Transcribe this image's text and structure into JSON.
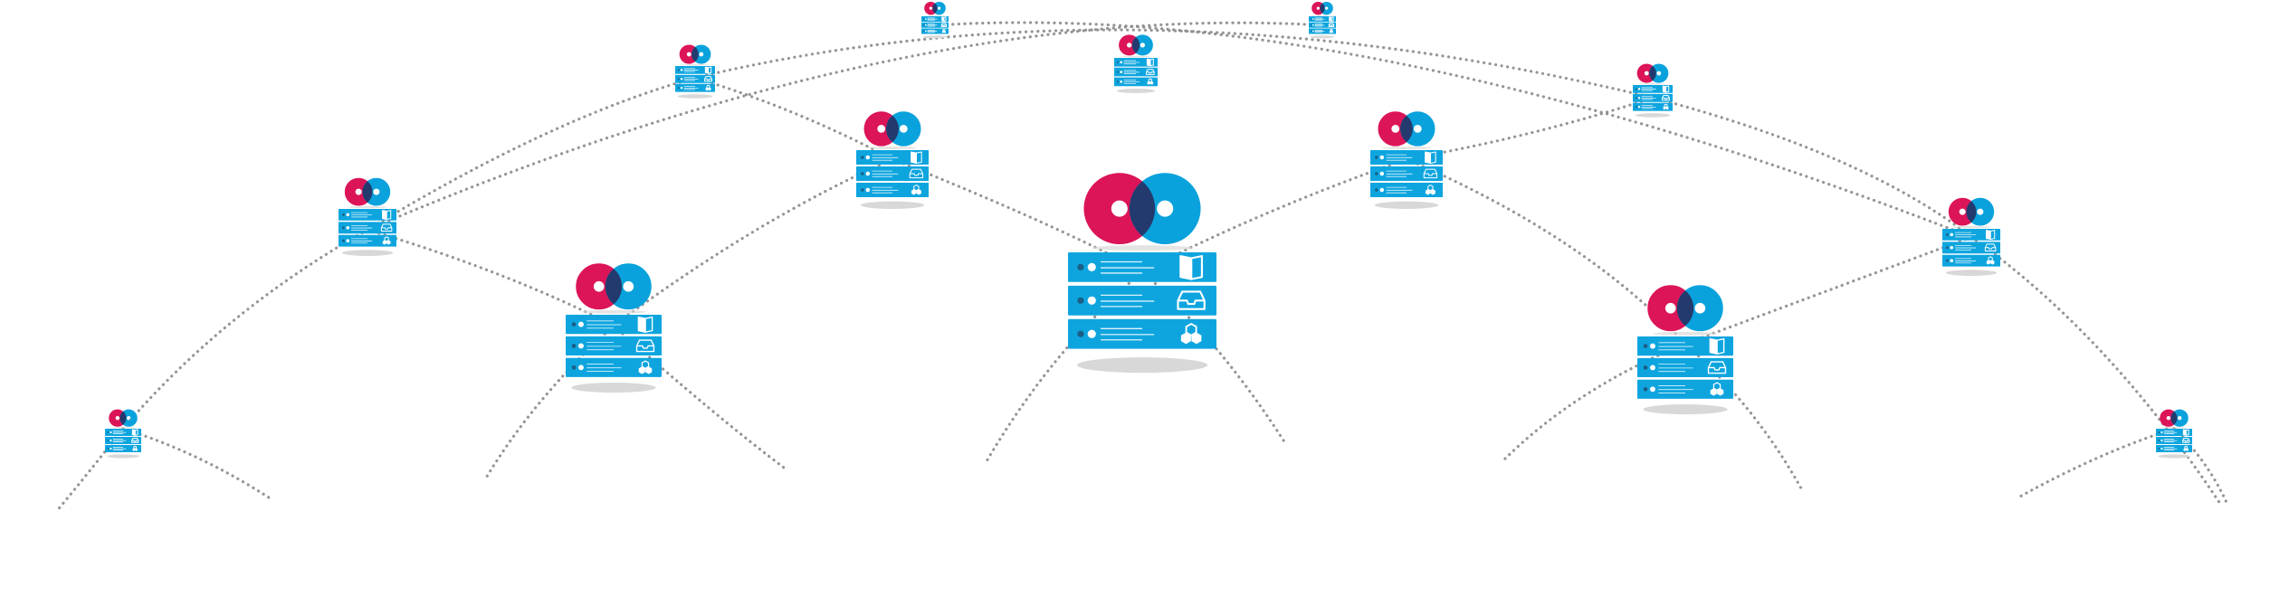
{
  "diagram": {
    "kind": "federated server network",
    "logo": {
      "name": "interlocking-rings-logo",
      "left_ring_color": "#dc1458",
      "right_ring_color": "#0aa2dc",
      "overlap_color": "#233a6e"
    },
    "server_colors": {
      "panel": "#0ea5df",
      "panel_dark": "#1b5e86",
      "glyph": "#ffffff",
      "shadow": "#d8d8d8"
    },
    "connection_colors": {
      "dotted_line": "#8a8a8a"
    },
    "server_panels": [
      {
        "name": "panel-book",
        "icon": "book-icon"
      },
      {
        "name": "panel-tray",
        "icon": "inbox-tray-icon"
      },
      {
        "name": "panel-blocks",
        "icon": "hexagon-blocks-icon"
      }
    ],
    "node_count": 14
  }
}
